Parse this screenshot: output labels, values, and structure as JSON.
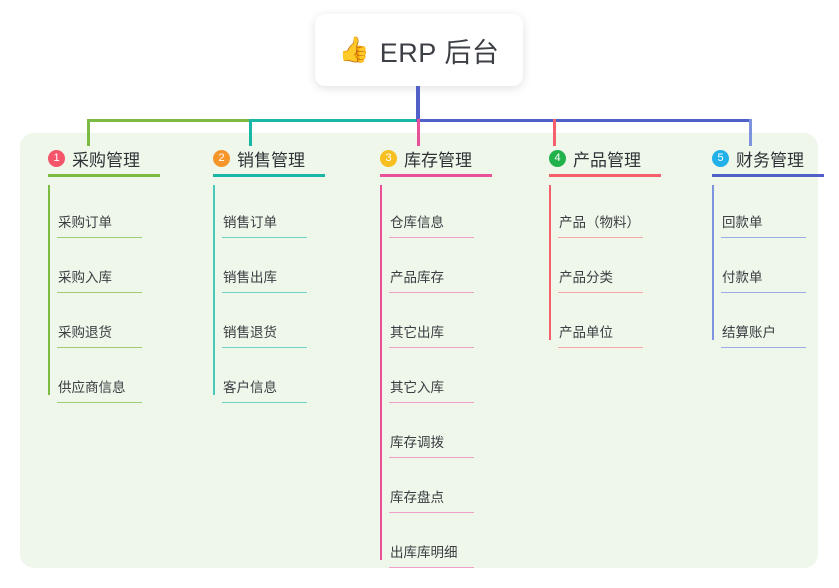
{
  "root": {
    "icon": "thumbs-up-icon",
    "emoji": "👍",
    "title": "ERP 后台"
  },
  "palette": {
    "panel_bg": "#eef7ea",
    "page_bg": "#ffffff",
    "root_text": "#3c3f45",
    "green": "#7cbb43",
    "teal": "#19b8a6",
    "pink": "#e8509a",
    "red": "#f4606c",
    "indigo": "#5160c8",
    "blue": "#7e93dd",
    "salmon": "#f59191",
    "badge_1": "#f4556b",
    "badge_2": "#f5952a",
    "badge_3": "#f7c020",
    "badge_4": "#22b24c",
    "badge_5": "#22b0e8"
  },
  "columns": [
    {
      "index": "1",
      "badge_color": "#f4556b",
      "rule_color": "#7cbb43",
      "spine_color": "#7cbb43",
      "leaf_rule_color": "#9ecb74",
      "title": "采购管理",
      "items": [
        "采购订单",
        "采购入库",
        "采购退货",
        "供应商信息"
      ]
    },
    {
      "index": "2",
      "badge_color": "#f5952a",
      "rule_color": "#19b8a6",
      "spine_color": "#4cc7bb",
      "leaf_rule_color": "#6fd2c8",
      "title": "销售管理",
      "items": [
        "销售订单",
        "销售出库",
        "销售退货",
        "客户信息"
      ]
    },
    {
      "index": "3",
      "badge_color": "#f7c020",
      "rule_color": "#e8509a",
      "spine_color": "#e8509a",
      "leaf_rule_color": "#efa0c6",
      "title": "库存管理",
      "items": [
        "仓库信息",
        "产品库存",
        "其它出库",
        "其它入库",
        "库存调拨",
        "库存盘点",
        "出库库明细"
      ]
    },
    {
      "index": "4",
      "badge_color": "#22b24c",
      "rule_color": "#f4606c",
      "spine_color": "#f4606c",
      "leaf_rule_color": "#f8a7a7",
      "title": "产品管理",
      "items": [
        "产品（物料）",
        "产品分类",
        "产品单位"
      ]
    },
    {
      "index": "5",
      "badge_color": "#22b0e8",
      "rule_color": "#5160c8",
      "spine_color": "#7e93dd",
      "leaf_rule_color": "#9aabe6",
      "title": "财务管理",
      "items": [
        "回款单",
        "付款单",
        "结算账户"
      ]
    }
  ],
  "connectors": {
    "root_stem_color": "#5160c8",
    "segments": [
      {
        "name": "bus-green",
        "color": "#7cbb43"
      },
      {
        "name": "bus-teal",
        "color": "#19b8a6"
      },
      {
        "name": "bus-indigo",
        "color": "#5160c8"
      },
      {
        "name": "drop-green",
        "color": "#7cbb43"
      },
      {
        "name": "drop-teal",
        "color": "#19b8a6"
      },
      {
        "name": "drop-pink",
        "color": "#e8509a"
      },
      {
        "name": "drop-red",
        "color": "#f4606c"
      },
      {
        "name": "drop-blue",
        "color": "#7e93dd"
      }
    ]
  }
}
